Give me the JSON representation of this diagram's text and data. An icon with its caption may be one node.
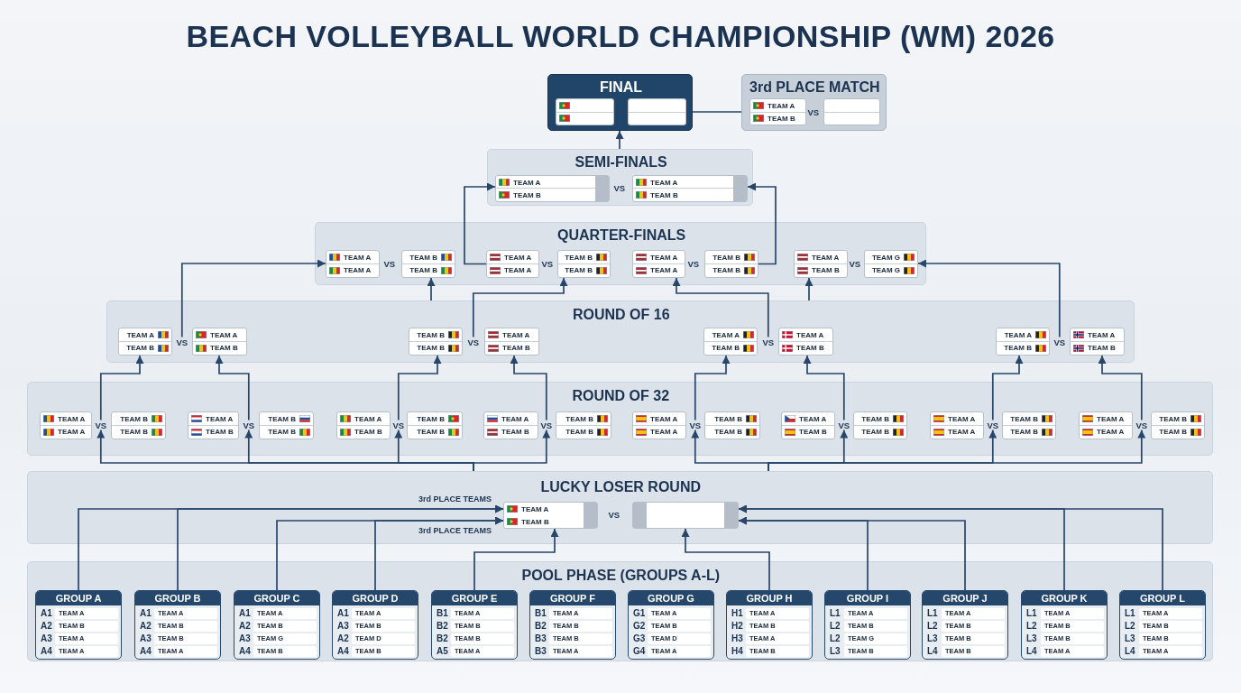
{
  "diagram": {
    "title": "BEACH VOLLEYBALL WORLD CHAMPIONSHIP (WM) 2026",
    "nodes": [
      {
        "text": [
          "FINAL"
        ]
      },
      {
        "text": [],
        "shape": "box",
        "in": 0
      },
      {
        "text": [],
        "shape": "box",
        "in": 0
      },
      {
        "text": [
          "3rd PLACE MATCH"
        ]
      },
      {
        "text": [
          "TEAM A",
          "TEAM B"
        ],
        "in": 3
      },
      {
        "text": [],
        "shape": "box",
        "in": 3
      },
      {
        "text": [
          "SEMI-FINALS"
        ]
      },
      {
        "text": [
          "TEAM A",
          "TEAM B"
        ],
        "in": 6
      },
      {
        "text": [
          "TEAM A",
          "TEAM B"
        ],
        "in": 6
      },
      {
        "text": [
          "QUARTER-FINALS"
        ]
      },
      {
        "text": [
          "TEAM A",
          "TEAM A"
        ],
        "in": 9
      },
      {
        "text": [
          "TEAM B",
          "TEAM B"
        ],
        "in": 9
      },
      {
        "text": [
          "TEAM A",
          "TEAM A"
        ],
        "in": 9
      },
      {
        "text": [
          "TEAM B",
          "TEAM B"
        ],
        "in": 9
      },
      {
        "text": [
          "TEAM A",
          "TEAM A"
        ],
        "in": 9
      },
      {
        "text": [
          "TEAM B",
          "TEAM B"
        ],
        "in": 9
      },
      {
        "text": [
          "TEAM A",
          "TEAM B"
        ],
        "in": 9
      },
      {
        "text": [
          "TEAM G",
          "TEAM G"
        ],
        "in": 9
      },
      {
        "text": [
          "ROUND OF 16"
        ]
      },
      {
        "text": [
          "TEAM A",
          "TEAM B"
        ],
        "in": 18
      },
      {
        "text": [
          "VS"
        ],
        "in": 18
      },
      {
        "text": [
          "TEAM A",
          "TEAM B"
        ],
        "in": 18
      },
      {
        "text": [
          "TEAM B",
          "TEAM B"
        ],
        "in": 18
      },
      {
        "text": [
          "VS"
        ],
        "in": 18
      },
      {
        "text": [
          "TEAM A",
          "TEAM B"
        ],
        "in": 18
      },
      {
        "text": [
          "TEAM A",
          "TEAM B"
        ],
        "in": 18
      },
      {
        "text": [
          "VS"
        ],
        "in": 18
      },
      {
        "text": [
          "TEAM A",
          "TEAM B"
        ],
        "in": 18
      },
      {
        "text": [
          "TEAM A",
          "TEAM B"
        ],
        "in": 18
      },
      {
        "text": [
          "VS"
        ],
        "in": 18
      },
      {
        "text": [
          "TEAM A",
          "TEAM B"
        ],
        "in": 18
      },
      {
        "text": [
          "ROUND OF 32"
        ]
      },
      {
        "text": [
          "TEAM A",
          "TEAM A"
        ],
        "in": 31
      },
      {
        "text": [
          "VS"
        ],
        "in": 31
      },
      {
        "text": [
          "TEAM B",
          "TEAM B"
        ],
        "in": 31
      },
      {
        "text": [
          "TEAM A",
          "TEAM B"
        ],
        "in": 31
      },
      {
        "text": [
          "VS"
        ],
        "in": 31
      },
      {
        "text": [
          "TEAM B",
          "TEAM B"
        ],
        "in": 31
      },
      {
        "text": [
          "TEAM A",
          "TEAM B"
        ],
        "in": 31
      },
      {
        "text": [
          "VS"
        ],
        "in": 31
      },
      {
        "text": [
          "TEAM B",
          "TEAM B"
        ],
        "in": 31
      },
      {
        "text": [
          "TEAM A",
          "TEAM B"
        ],
        "in": 31
      },
      {
        "text": [
          "VS"
        ],
        "in": 31
      },
      {
        "text": [
          "TEAM B",
          "TEAM B"
        ],
        "in": 31
      },
      {
        "text": [
          "TEAM A",
          "TEAM A"
        ],
        "in": 31
      },
      {
        "text": [
          "VS"
        ],
        "in": 31
      },
      {
        "text": [
          "TEAM B",
          "TEAM B"
        ],
        "in": 31
      },
      {
        "text": [
          "TEAM A",
          "TEAM B"
        ],
        "in": 31
      },
      {
        "text": [
          "VS"
        ],
        "in": 31
      },
      {
        "text": [
          "TEAM B",
          "TEAM B"
        ],
        "in": 31
      },
      {
        "text": [
          "TEAM A",
          "TEAM A"
        ],
        "in": 31
      },
      {
        "text": [
          "VS"
        ],
        "in": 31
      },
      {
        "text": [
          "TEAM B",
          "TEAM B"
        ],
        "in": 31
      },
      {
        "text": [
          "TEAM A",
          "TEAM A"
        ],
        "in": 31
      },
      {
        "text": [
          "VS"
        ],
        "in": 31
      },
      {
        "text": [
          "TEAM B",
          "TEAM B"
        ],
        "in": 31
      },
      {
        "text": [
          "LUCKY LOSER ROUND"
        ]
      },
      {
        "text": [
          "TEAM A",
          "TEAM B"
        ],
        "in": 56,
        "beside": [
          "3rd PLACE TEAMS",
          "3rd PLACE TEAMS"
        ]
      },
      {
        "text": [],
        "shape": "box",
        "in": 56
      },
      {
        "text": [
          "POOL PHASE (GROUPS A-L)"
        ]
      },
      {
        "text": [
          "GROUP A",
          "A1",
          "TEAM A",
          "A2",
          "TEAM B",
          "A3",
          "TEAM A",
          "A4",
          "TEAM A"
        ],
        "in": 59
      },
      {
        "text": [
          "GROUP B",
          "A1",
          "TEAM A",
          "A2",
          "TEAM B",
          "A3",
          "TEAM B",
          "A4",
          "TEAM A"
        ],
        "in": 59
      },
      {
        "text": [
          "GROUP C",
          "A1",
          "TEAM A",
          "A2",
          "TEAM B",
          "A3",
          "TEAM G",
          "A4",
          "TEAM B"
        ],
        "in": 59
      },
      {
        "text": [
          "GROUP D",
          "A1",
          "TEAM A",
          "A3",
          "TEAM B",
          "A2",
          "TEAM D",
          "A4",
          "TEAM B"
        ],
        "in": 59
      },
      {
        "text": [
          "GROUP E",
          "B1",
          "TEAM A",
          "B2",
          "TEAM B",
          "B2",
          "TEAM B",
          "A5",
          "TEAM A"
        ],
        "in": 59
      },
      {
        "text": [
          "GROUP F",
          "B1",
          "TEAM A",
          "B2",
          "TEAM B",
          "B3",
          "TEAM B",
          "B3",
          "TEAM A"
        ],
        "in": 59
      },
      {
        "text": [
          "GROUP G",
          "G1",
          "TEAM A",
          "G2",
          "TEAM B",
          "G3",
          "TEAM D",
          "G4",
          "TEAM A"
        ],
        "in": 59
      },
      {
        "text": [
          "GROUP H",
          "H1",
          "TEAM A",
          "H2",
          "TEAM B",
          "H3",
          "TEAM A",
          "H4",
          "TEAM B"
        ],
        "in": 59
      },
      {
        "text": [
          "GROUP I",
          "L1",
          "TEAM A",
          "L2",
          "TEAM B",
          "L2",
          "TEAM G",
          "L3",
          "TEAM B"
        ],
        "in": 59
      },
      {
        "text": [
          "GROUP J",
          "L1",
          "TEAM A",
          "L2",
          "TEAM B",
          "L3",
          "TEAM B",
          "L4",
          "TEAM B"
        ],
        "in": 59
      },
      {
        "text": [
          "GROUP K",
          "L1",
          "TEAM A",
          "L2",
          "TEAM B",
          "L3",
          "TEAM B",
          "L4",
          "TEAM A"
        ],
        "in": 59
      },
      {
        "text": [
          "GROUP L",
          "L1",
          "TEAM A",
          "L2",
          "TEAM B",
          "L3",
          "TEAM B",
          "L4",
          "TEAM A"
        ],
        "in": 59
      }
    ],
    "edges": [
      {
        "from": 0,
        "to": 3,
        "arrow": "none"
      },
      {
        "from": 6,
        "to": 0,
        "arrow": "to"
      },
      {
        "from": 12,
        "to": 7,
        "arrow": "to"
      },
      {
        "from": 15,
        "to": 8,
        "arrow": "to"
      },
      {
        "from": 20,
        "to": 10,
        "arrow": "to"
      },
      {
        "from": 18,
        "to": 11,
        "arrow": "to"
      },
      {
        "from": 23,
        "to": 13,
        "arrow": "to"
      },
      {
        "from": 26,
        "to": 14,
        "arrow": "to"
      },
      {
        "from": 18,
        "to": 16,
        "arrow": "to"
      },
      {
        "from": 29,
        "to": 17,
        "arrow": "to"
      },
      {
        "from": 33,
        "to": 19,
        "arrow": "to"
      },
      {
        "from": 36,
        "to": 21,
        "arrow": "to"
      },
      {
        "from": 39,
        "to": 22,
        "arrow": "to"
      },
      {
        "from": 42,
        "to": 24,
        "arrow": "to"
      },
      {
        "from": 45,
        "to": 25,
        "arrow": "to"
      },
      {
        "from": 48,
        "to": 27,
        "arrow": "to"
      },
      {
        "from": 51,
        "to": 28,
        "arrow": "to"
      },
      {
        "from": 54,
        "to": 30,
        "arrow": "to"
      },
      {
        "from": 56,
        "to": 33,
        "arrow": "to"
      },
      {
        "from": 56,
        "to": 36,
        "arrow": "to"
      },
      {
        "from": 56,
        "to": 39,
        "arrow": "to"
      },
      {
        "from": 56,
        "to": 42,
        "arrow": "to"
      },
      {
        "from": 56,
        "to": 45,
        "arrow": "to"
      },
      {
        "from": 56,
        "to": 48,
        "arrow": "to"
      },
      {
        "from": 56,
        "to": 51,
        "arrow": "to"
      },
      {
        "from": 56,
        "to": 54,
        "arrow": "to"
      },
      {
        "from": 60,
        "to": 57,
        "arrow": "to"
      },
      {
        "from": 61,
        "to": 57,
        "arrow": "to"
      },
      {
        "from": 62,
        "to": 57,
        "arrow": "to"
      },
      {
        "from": 63,
        "to": 57,
        "arrow": "to"
      },
      {
        "from": 64,
        "to": 57,
        "arrow": "to"
      },
      {
        "from": 67,
        "to": 58,
        "arrow": "to"
      },
      {
        "from": 68,
        "to": 58,
        "arrow": "to"
      },
      {
        "from": 69,
        "to": 58,
        "arrow": "to"
      },
      {
        "from": 70,
        "to": 58,
        "arrow": "to"
      },
      {
        "from": 71,
        "to": 58,
        "arrow": "to"
      }
    ],
    "labels": [
      "VS",
      "VS",
      "VS",
      "VS",
      "VS",
      "VS",
      "VS"
    ]
  }
}
